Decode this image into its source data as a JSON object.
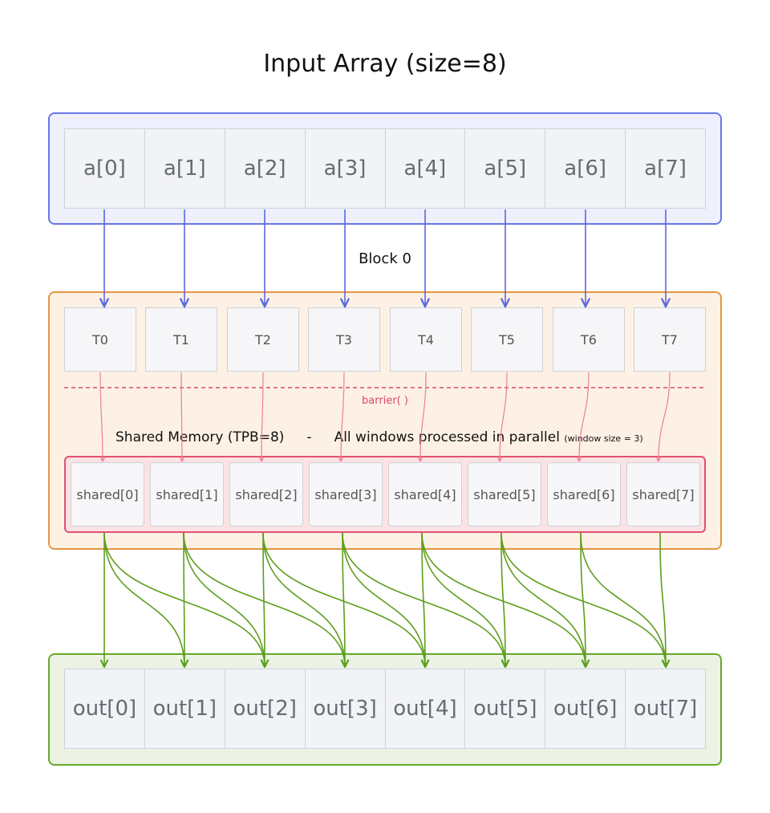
{
  "title_top": "Input Array (size=8)",
  "title_bottom": "Output Array (size=8)",
  "block_label": "Block 0",
  "barrier_label": "barrier( )",
  "shared_caption": {
    "main": "Shared Memory (TPB=8)",
    "dash": "-",
    "parallel": "All windows processed in parallel",
    "note": "(window size = 3)"
  },
  "input_cells": [
    "a[0]",
    "a[1]",
    "a[2]",
    "a[3]",
    "a[4]",
    "a[5]",
    "a[6]",
    "a[7]"
  ],
  "threads": [
    "T0",
    "T1",
    "T2",
    "T3",
    "T4",
    "T5",
    "T6",
    "T7"
  ],
  "shared_cells": [
    "shared[0]",
    "shared[1]",
    "shared[2]",
    "shared[3]",
    "shared[4]",
    "shared[5]",
    "shared[6]",
    "shared[7]"
  ],
  "output_cells": [
    "out[0]",
    "out[1]",
    "out[2]",
    "out[3]",
    "out[4]",
    "out[5]",
    "out[6]",
    "out[7]"
  ],
  "window_size": 3,
  "colors": {
    "input_accent": "#6a76e6",
    "block_accent": "#e49640",
    "barrier": "#e0456f",
    "output_accent": "#67a82a"
  }
}
